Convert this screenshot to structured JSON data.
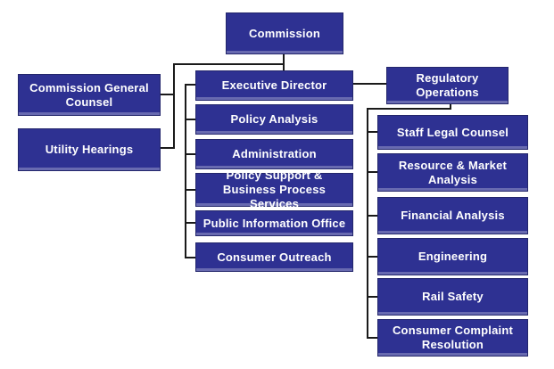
{
  "org_chart": {
    "colors": {
      "box_fill": "#2E3192",
      "box_bottom_highlight": "#6A6FB5",
      "box_text": "#FFFFFF",
      "connector_line": "#1A1A1A",
      "background": "#FFFFFF"
    },
    "nodes": {
      "commission": {
        "label": "Commission"
      },
      "general_counsel": {
        "label": "Commission General Counsel"
      },
      "utility_hearings": {
        "label": "Utility Hearings"
      },
      "executive_director": {
        "label": "Executive Director"
      },
      "policy_analysis": {
        "label": "Policy Analysis"
      },
      "administration": {
        "label": "Administration"
      },
      "policy_support": {
        "label": "Policy Support & Business Process Services"
      },
      "public_information": {
        "label": "Public Information Office"
      },
      "consumer_outreach": {
        "label": "Consumer Outreach"
      },
      "regulatory_operations": {
        "label": "Regulatory Operations"
      },
      "staff_legal_counsel": {
        "label": "Staff Legal Counsel"
      },
      "resource_market": {
        "label": "Resource & Market Analysis"
      },
      "financial_analysis": {
        "label": "Financial Analysis"
      },
      "engineering": {
        "label": "Engineering"
      },
      "rail_safety": {
        "label": "Rail Safety"
      },
      "consumer_complaint": {
        "label": "Consumer Complaint Resolution"
      }
    },
    "edges": [
      {
        "from": "Commission",
        "to": "Executive Director"
      },
      {
        "from": "Commission",
        "to": "Commission General Counsel"
      },
      {
        "from": "Commission",
        "to": "Utility Hearings"
      },
      {
        "from": "Executive Director",
        "to": "Policy Analysis"
      },
      {
        "from": "Executive Director",
        "to": "Administration"
      },
      {
        "from": "Executive Director",
        "to": "Policy Support & Business Process Services"
      },
      {
        "from": "Executive Director",
        "to": "Public Information Office"
      },
      {
        "from": "Executive Director",
        "to": "Consumer Outreach"
      },
      {
        "from": "Executive Director",
        "to": "Regulatory Operations"
      },
      {
        "from": "Regulatory Operations",
        "to": "Staff Legal Counsel"
      },
      {
        "from": "Regulatory Operations",
        "to": "Resource & Market Analysis"
      },
      {
        "from": "Regulatory Operations",
        "to": "Financial Analysis"
      },
      {
        "from": "Regulatory Operations",
        "to": "Engineering"
      },
      {
        "from": "Regulatory Operations",
        "to": "Rail Safety"
      },
      {
        "from": "Regulatory Operations",
        "to": "Consumer Complaint Resolution"
      }
    ]
  }
}
